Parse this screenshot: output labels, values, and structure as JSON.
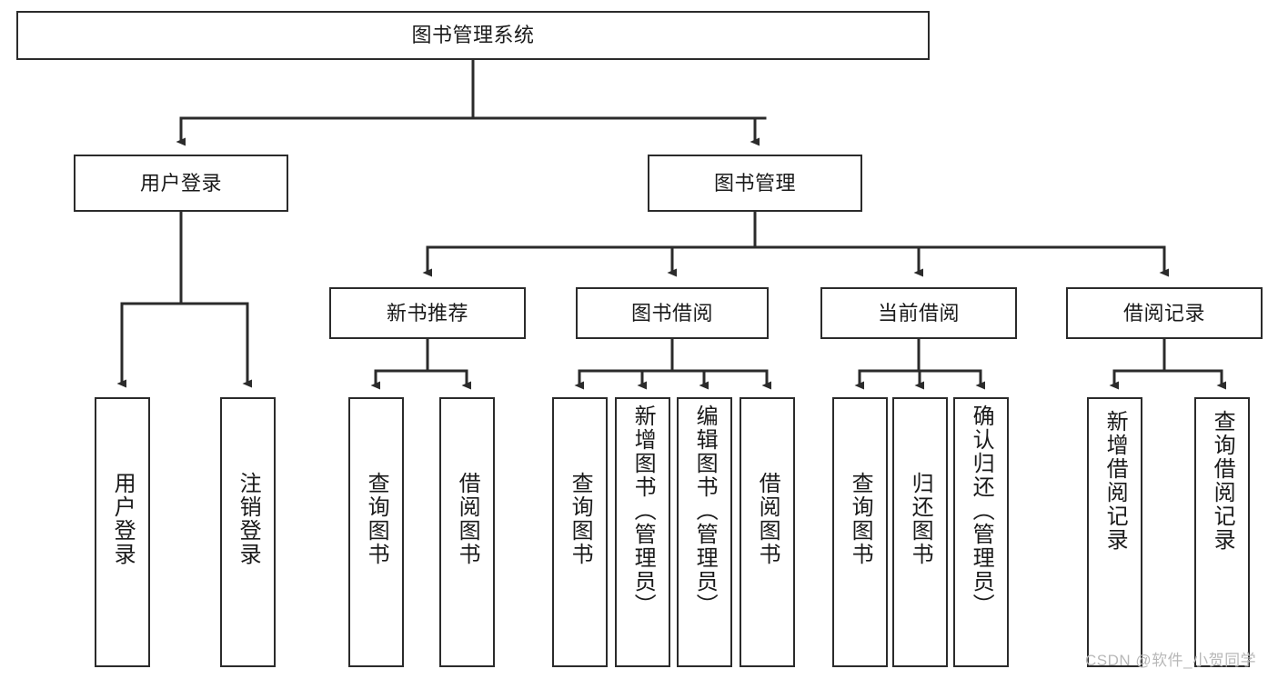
{
  "diagram": {
    "title": "图书管理系统",
    "type": "hierarchy-tree",
    "watermark": "CSDN @软件_小贺同学",
    "style": {
      "box_border": "#2b2b2b",
      "box_fill": "#ffffff",
      "line": "#2b2b2b",
      "text": "#1a1a1a",
      "watermark_color": "#b8b8b8"
    },
    "nodes": {
      "root": {
        "label": "图书管理系统"
      },
      "level2": [
        {
          "label": "用户登录"
        },
        {
          "label": "图书管理"
        }
      ],
      "level3": [
        {
          "label": "新书推荐"
        },
        {
          "label": "图书借阅"
        },
        {
          "label": "当前借阅"
        },
        {
          "label": "借阅记录"
        }
      ],
      "leaves_user_login": [
        {
          "label": "用户登录"
        },
        {
          "label": "注销登录"
        }
      ],
      "leaves_new_book": [
        {
          "label": "查询图书"
        },
        {
          "label": "借阅图书"
        }
      ],
      "leaves_borrow": [
        {
          "label": "查询图书"
        },
        {
          "label": "新增图书（管理员）"
        },
        {
          "label": "编辑图书（管理员）"
        },
        {
          "label": "借阅图书"
        }
      ],
      "leaves_current": [
        {
          "label": "查询图书"
        },
        {
          "label": "归还图书"
        },
        {
          "label": "确认归还（管理员）"
        }
      ],
      "leaves_records": [
        {
          "label": "新增借阅记录"
        },
        {
          "label": "查询借阅记录"
        }
      ]
    }
  }
}
